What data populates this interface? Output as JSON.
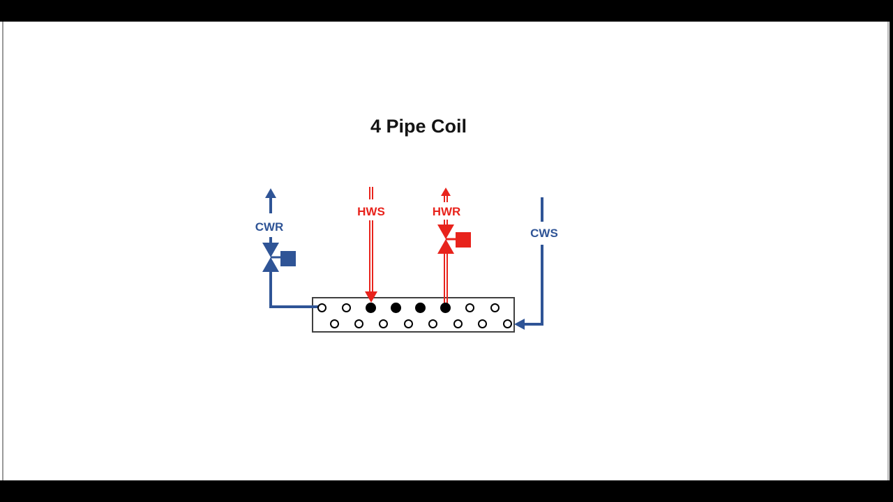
{
  "title": "4 Pipe Coil",
  "labels": {
    "cwr": "CWR",
    "hws": "HWS",
    "hwr": "HWR",
    "cws": "CWS"
  },
  "colors": {
    "chilled_water": "#2f5496",
    "hot_water": "#e8231c",
    "coil_outline": "#404040",
    "tube_color": "#000000",
    "background": "#ffffff",
    "letterbox": "#000000"
  },
  "coil": {
    "tube_rows": [
      {
        "name": "top",
        "states": [
          "open",
          "open",
          "filled",
          "filled",
          "filled",
          "filled",
          "open",
          "open"
        ]
      },
      {
        "name": "bottom",
        "states": [
          "open",
          "open",
          "open",
          "open",
          "open",
          "open",
          "open",
          "open"
        ]
      }
    ]
  }
}
